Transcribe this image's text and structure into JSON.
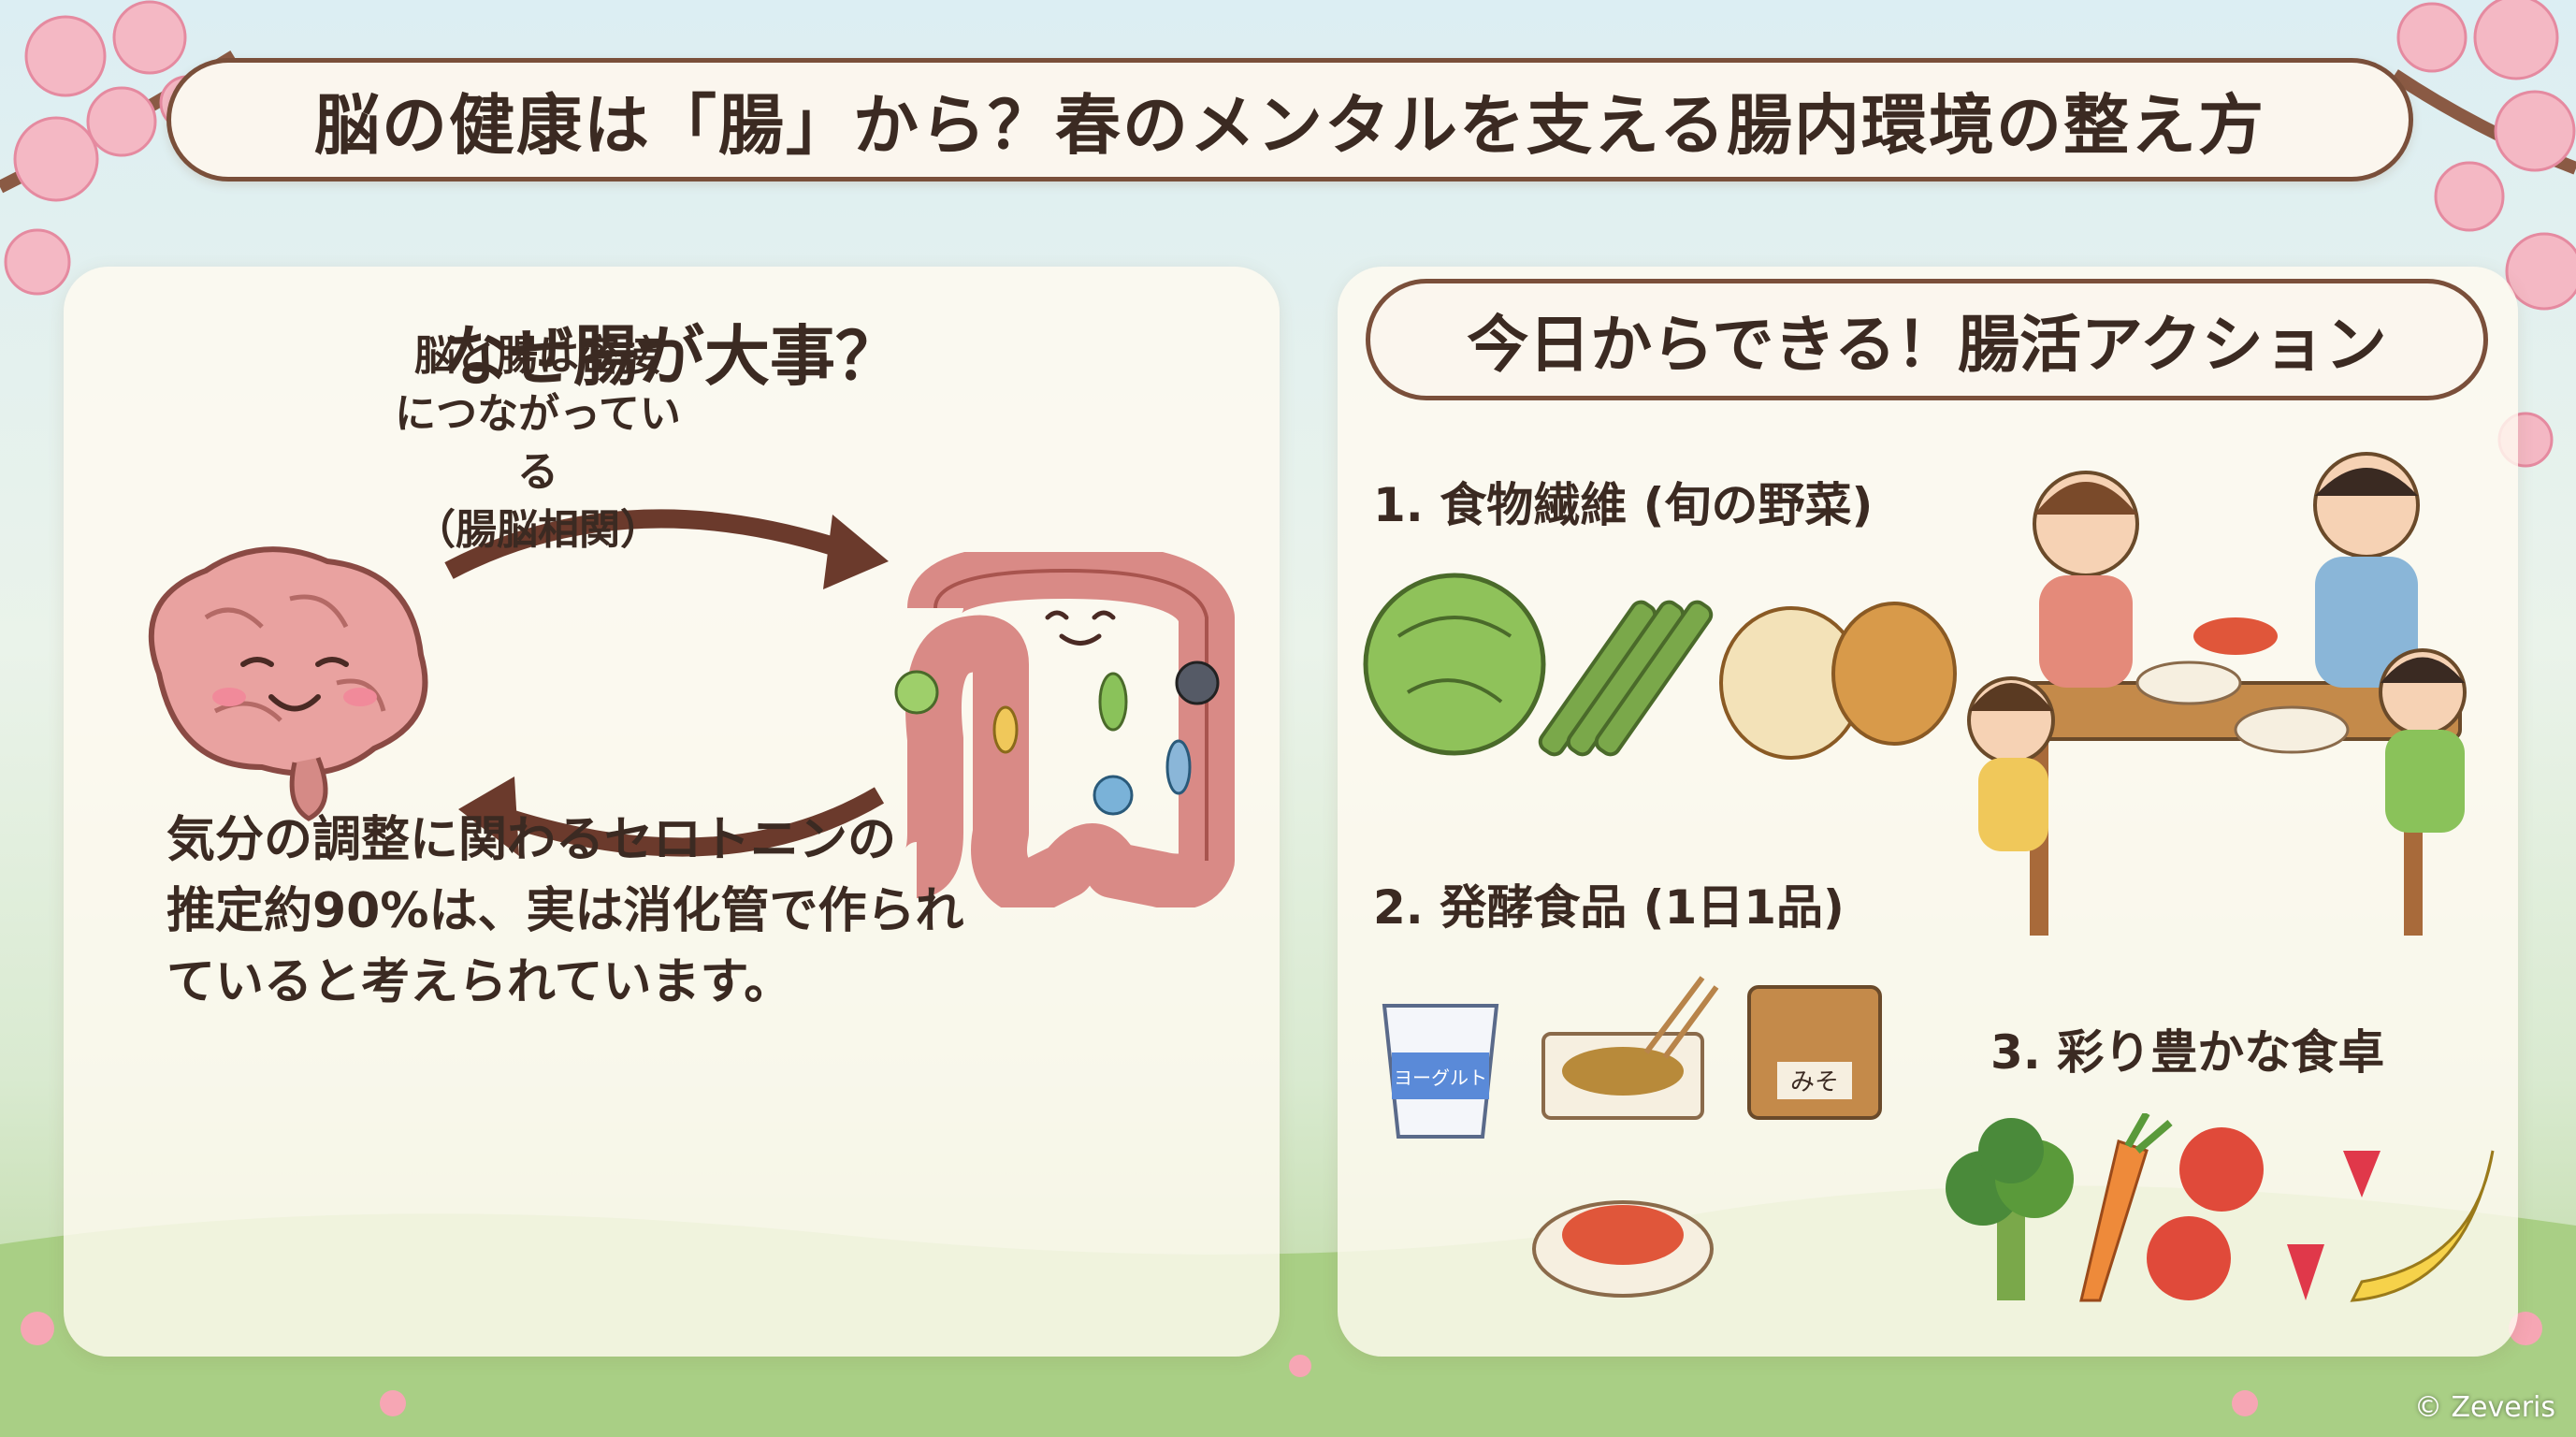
{
  "title": "脳の健康は「腸」から？春のメンタルを支える腸内環境の整え方",
  "left_panel": {
    "heading": "なぜ腸が大事？",
    "center_lines": [
      "脳と腸は密接",
      "につながっている",
      "（腸脳相関）"
    ],
    "body_lines": [
      "気分の調整に関わるセロトニンの",
      "推定約90%は、実は消化管で作られ",
      "ていると考えられています。"
    ]
  },
  "right_panel": {
    "heading": "今日からできる！腸活アクション",
    "items": [
      {
        "label": "1. 食物繊維 (旬の野菜)"
      },
      {
        "label": "2. 発酵食品 (1日1品)"
      },
      {
        "label": "3. 彩り豊かな食卓"
      }
    ],
    "package_labels": {
      "yogurt": "ヨーグルト",
      "miso": "みそ"
    }
  },
  "credit": "© Zeveris",
  "colors": {
    "border": "#7a4f3a",
    "text": "#3b2a22",
    "panel": "#fffaf0",
    "blossom": "#f4b8c4"
  }
}
